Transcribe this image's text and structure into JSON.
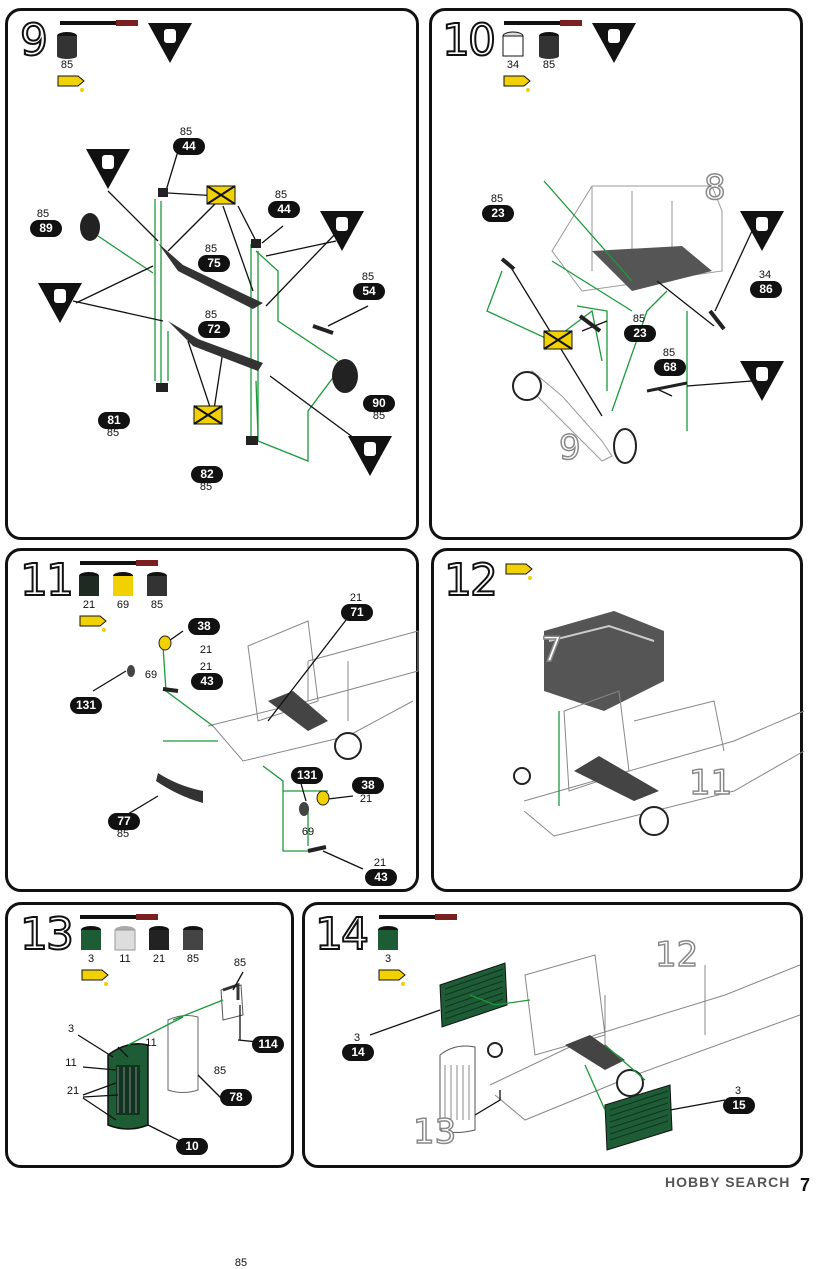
{
  "steps": [
    {
      "num": "9",
      "paint": [
        "85"
      ],
      "tags": [
        [
          "85",
          "44"
        ],
        [
          "85",
          "44"
        ],
        [
          "85",
          "75"
        ],
        [
          "85",
          "89"
        ],
        [
          "85",
          "54"
        ],
        [
          "85",
          "72"
        ],
        [
          "90",
          "85"
        ],
        [
          "81",
          "85"
        ],
        [
          "82",
          "85"
        ]
      ]
    },
    {
      "num": "10",
      "paint": [
        "34",
        "85"
      ],
      "tags": [
        [
          "85",
          "23"
        ],
        [
          "85",
          "23"
        ],
        [
          "34",
          "86"
        ],
        [
          "85",
          "68"
        ]
      ],
      "ghosts": [
        "8",
        "9"
      ]
    },
    {
      "num": "11",
      "paint": [
        "21",
        "69",
        "85"
      ],
      "tags": [
        [
          "38",
          "21"
        ],
        [
          "21",
          "43"
        ],
        [
          "21",
          "71"
        ],
        [
          "131",
          ""
        ],
        [
          "131",
          ""
        ],
        [
          "38",
          "21"
        ],
        [
          "21",
          "43"
        ],
        [
          "77",
          "85"
        ]
      ],
      "misc": [
        "69",
        "69"
      ]
    },
    {
      "num": "12",
      "paint": [],
      "ghosts": [
        "7",
        "11"
      ]
    },
    {
      "num": "13",
      "paint": [
        "3",
        "11",
        "21",
        "85"
      ],
      "tags": [
        [
          "85",
          "114"
        ],
        [
          "78",
          ""
        ],
        [
          "10",
          ""
        ]
      ],
      "misc": [
        "3",
        "11",
        "11",
        "21",
        "85"
      ]
    },
    {
      "num": "14",
      "paint": [
        "3"
      ],
      "tags": [
        [
          "3",
          "14"
        ],
        [
          "3",
          "15"
        ]
      ],
      "ghosts": [
        "12",
        "13"
      ]
    }
  ],
  "watermark": "HOBBY SEARCH",
  "page": "7"
}
